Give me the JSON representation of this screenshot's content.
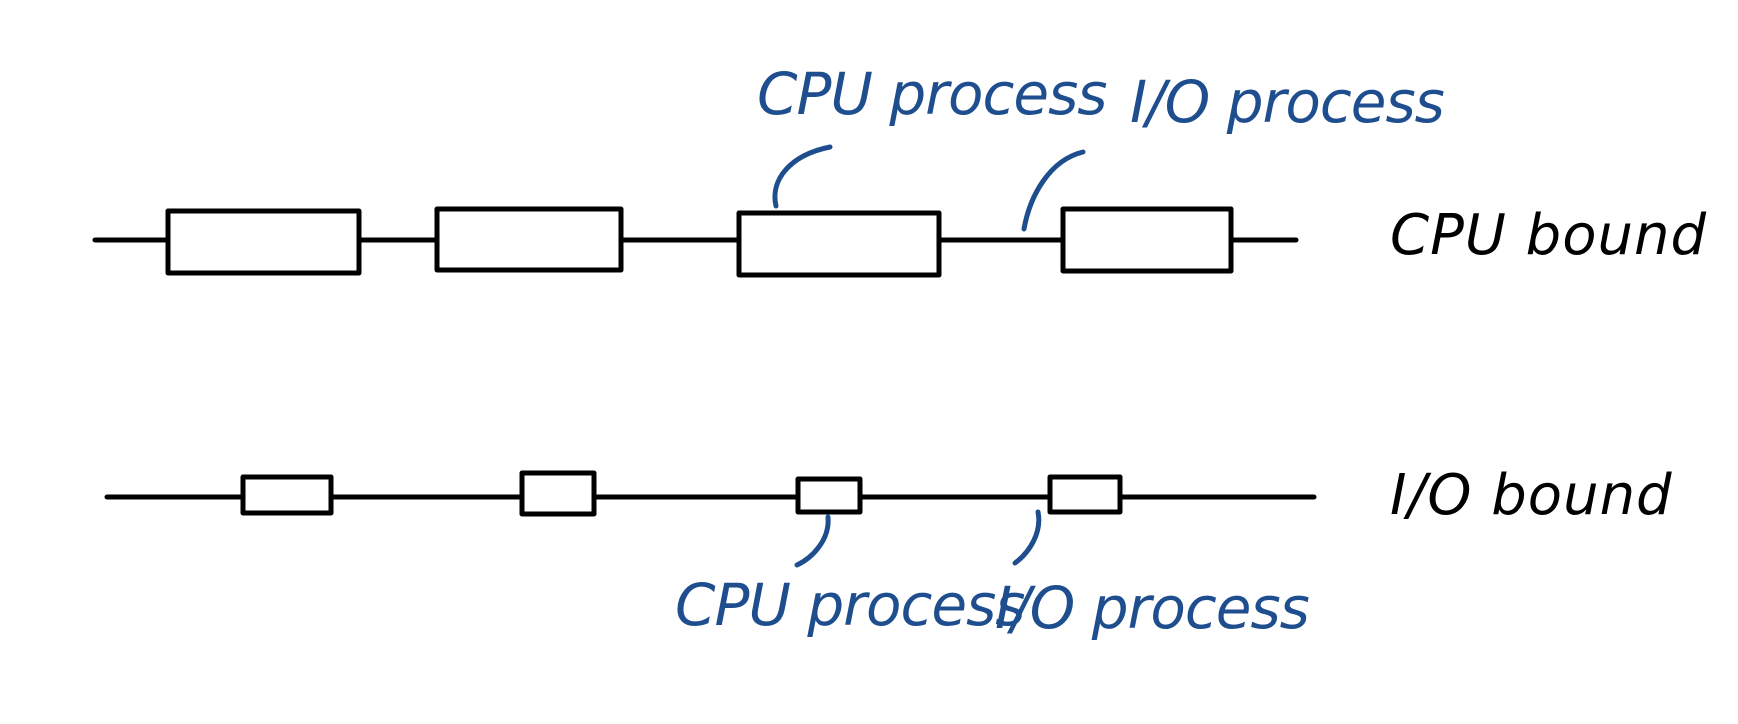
{
  "colors": {
    "ink": "#000000",
    "annotation": "#1f4e8f",
    "background": "#ffffff"
  },
  "rows": [
    {
      "label": "CPU bound",
      "callouts": [
        {
          "text": "CPU process"
        },
        {
          "text": "I/O process"
        }
      ]
    },
    {
      "label": "I/O bound",
      "callouts": [
        {
          "text": "CPU process"
        },
        {
          "text": "I/O process"
        }
      ]
    }
  ]
}
